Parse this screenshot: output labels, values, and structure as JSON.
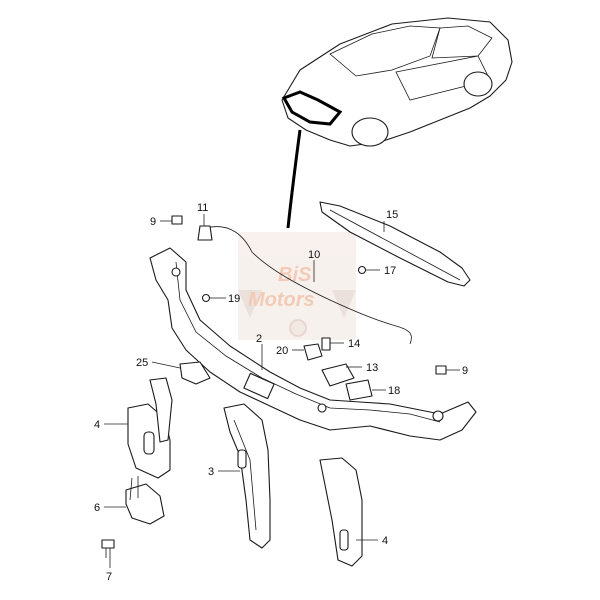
{
  "watermark": {
    "line1": "BiS",
    "line2": "Motors",
    "color": "#e8a07a"
  },
  "callouts": [
    {
      "id": "label-9-left",
      "text": "9"
    },
    {
      "id": "label-11",
      "text": "11"
    },
    {
      "id": "label-15",
      "text": "15"
    },
    {
      "id": "label-10",
      "text": "10"
    },
    {
      "id": "label-17",
      "text": "17"
    },
    {
      "id": "label-19",
      "text": "19"
    },
    {
      "id": "label-2",
      "text": "2"
    },
    {
      "id": "label-20",
      "text": "20"
    },
    {
      "id": "label-14",
      "text": "14"
    },
    {
      "id": "label-25",
      "text": "25"
    },
    {
      "id": "label-13",
      "text": "13"
    },
    {
      "id": "label-9-right",
      "text": "9"
    },
    {
      "id": "label-18",
      "text": "18"
    },
    {
      "id": "label-4-left",
      "text": "4"
    },
    {
      "id": "label-3",
      "text": "3"
    },
    {
      "id": "label-6",
      "text": "6"
    },
    {
      "id": "label-4-right",
      "text": "4"
    },
    {
      "id": "label-7",
      "text": "7"
    }
  ]
}
